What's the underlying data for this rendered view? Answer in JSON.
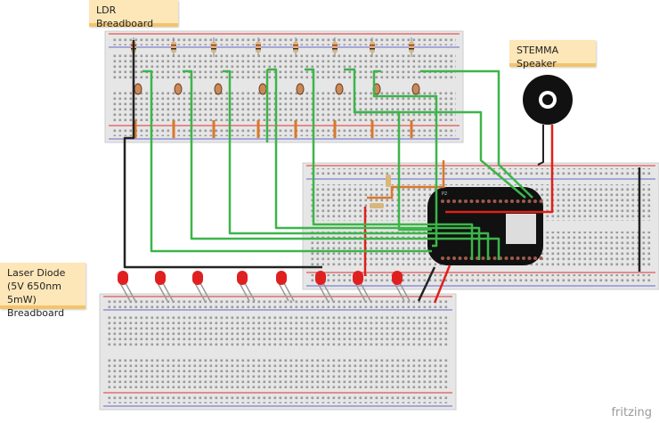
{
  "labels": {
    "ldr_breadboard": "LDR Breadboard",
    "speaker": "STEMMA Speaker",
    "laser_breadboard": "Laser Diode (5V 650nm 5mW) Breadboard",
    "board_header": "P2",
    "watermark": "fritzing"
  },
  "components": {
    "resistor_count": 8,
    "ldr_count": 8,
    "laser_count": 8
  },
  "colors": {
    "wire_green": "#3cb54a",
    "wire_black": "#222222",
    "wire_red": "#e0201a",
    "wire_orange": "#d9782a",
    "board": "#111111",
    "note": "#fde7b8"
  }
}
